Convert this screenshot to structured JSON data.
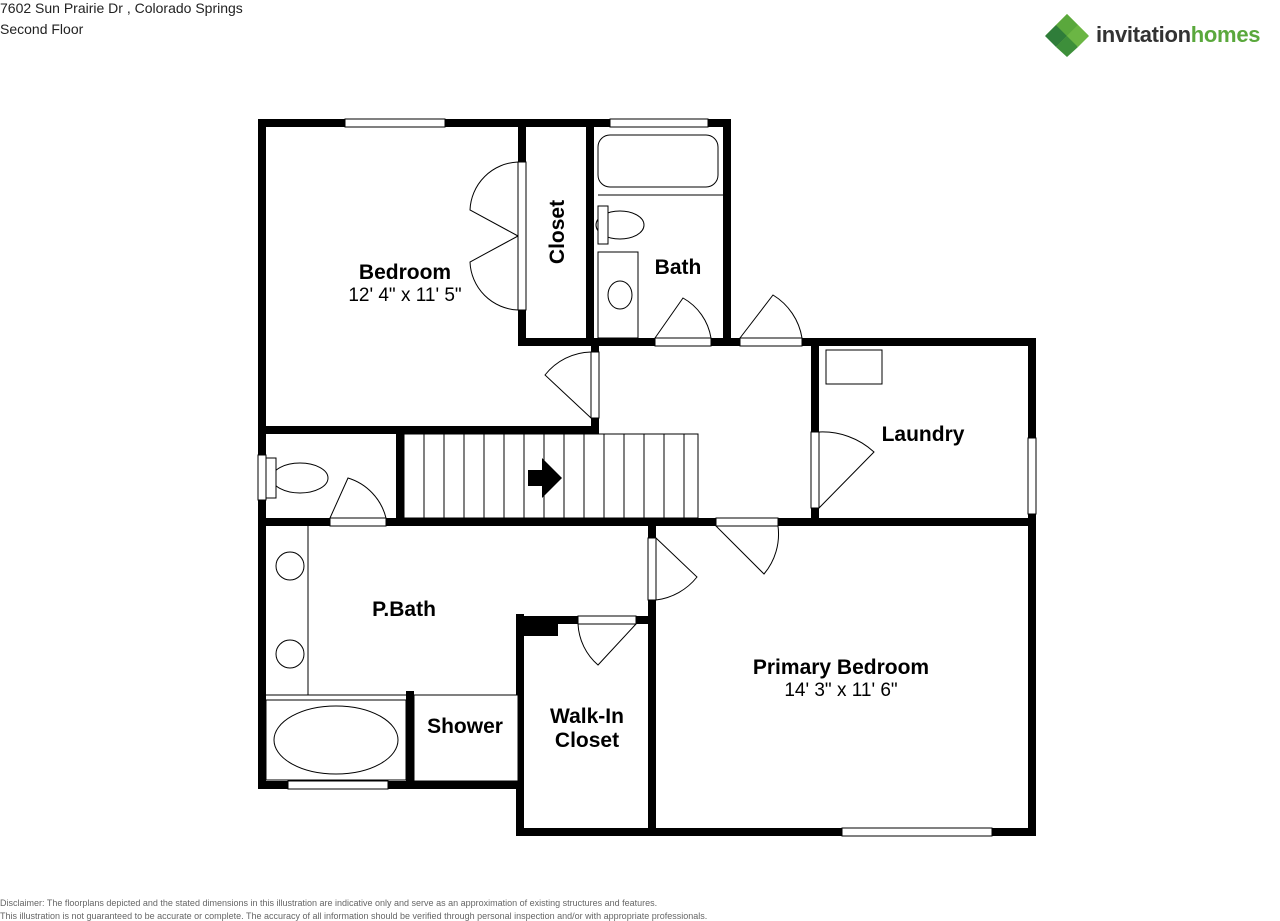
{
  "header": {
    "address": "7602 Sun Prairie Dr , Colorado Springs",
    "floor": "Second Floor"
  },
  "logo": {
    "brand_part1": "invitation",
    "brand_part2": "homes",
    "colors": {
      "green": "#5aa83c",
      "dark_green": "#2f7d3a",
      "light_green": "#8cc63f",
      "text": "#333333"
    }
  },
  "rooms": {
    "bedroom": {
      "name": "Bedroom",
      "dims": "12' 4\" x 11' 5\""
    },
    "closet": {
      "name": "Closet"
    },
    "bath": {
      "name": "Bath"
    },
    "laundry": {
      "name": "Laundry"
    },
    "pbath": {
      "name": "P.Bath"
    },
    "shower": {
      "name": "Shower"
    },
    "walkin": {
      "name": "Walk-In",
      "name2": "Closet"
    },
    "primary": {
      "name": "Primary Bedroom",
      "dims": "14' 3\" x 11' 6\""
    }
  },
  "disclaimer": {
    "line1": "Disclaimer: The floorplans depicted and the stated dimensions in this illustration are indicative only and serve as an approximation of existing structures and features.",
    "line2": "This illustration is not guaranteed to be accurate or complete. The accuracy of all information should be verified through personal inspection and/or with appropriate professionals."
  }
}
